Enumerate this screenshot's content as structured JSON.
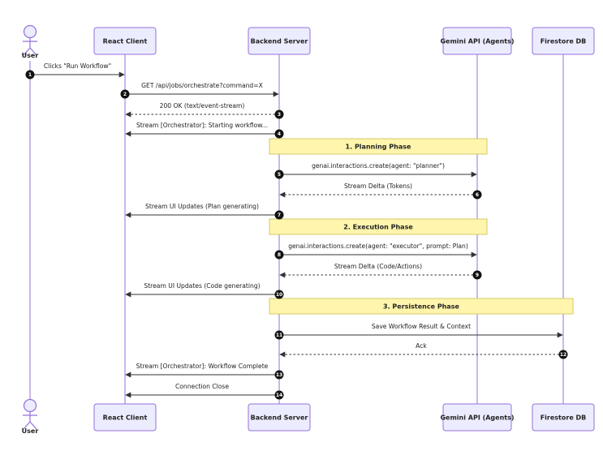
{
  "diagram": {
    "actor": {
      "label": "User"
    },
    "participants": [
      {
        "id": "react",
        "label": "React Client"
      },
      {
        "id": "backend",
        "label": "Backend Server"
      },
      {
        "id": "gemini",
        "label": "Gemini API (Agents)"
      },
      {
        "id": "firestore",
        "label": "Firestore DB"
      }
    ],
    "messages": [
      {
        "n": "1",
        "from": "user",
        "to": "react",
        "style": "solid",
        "text": "Clicks \"Run Workflow\""
      },
      {
        "n": "2",
        "from": "react",
        "to": "backend",
        "style": "solid",
        "text": "GET /api/jobs/orchestrate?command=X"
      },
      {
        "n": "3",
        "from": "backend",
        "to": "react",
        "style": "dotted",
        "text": "200 OK (text/event-stream)"
      },
      {
        "n": "4",
        "from": "backend",
        "to": "react",
        "style": "solid",
        "text": "Stream [Orchestrator]: Starting workflow..."
      },
      {
        "n": "5",
        "from": "backend",
        "to": "gemini",
        "style": "solid",
        "text": "genai.interactions.create(agent: \"planner\")"
      },
      {
        "n": "6",
        "from": "gemini",
        "to": "backend",
        "style": "dotted",
        "text": "Stream Delta (Tokens)"
      },
      {
        "n": "7",
        "from": "backend",
        "to": "react",
        "style": "solid",
        "text": "Stream UI Updates (Plan generating)"
      },
      {
        "n": "8",
        "from": "backend",
        "to": "gemini",
        "style": "solid",
        "text": "genai.interactions.create(agent: \"executor\", prompt: Plan)"
      },
      {
        "n": "9",
        "from": "gemini",
        "to": "backend",
        "style": "dotted",
        "text": "Stream Delta (Code/Actions)"
      },
      {
        "n": "10",
        "from": "backend",
        "to": "react",
        "style": "solid",
        "text": "Stream UI Updates (Code generating)"
      },
      {
        "n": "11",
        "from": "backend",
        "to": "firestore",
        "style": "solid",
        "text": "Save Workflow Result & Context"
      },
      {
        "n": "12",
        "from": "firestore",
        "to": "backend",
        "style": "dotted",
        "text": "Ack"
      },
      {
        "n": "13",
        "from": "backend",
        "to": "react",
        "style": "solid",
        "text": "Stream [Orchestrator]: Workflow Complete"
      },
      {
        "n": "14",
        "from": "backend",
        "to": "react",
        "style": "solid",
        "text": "Connection Close"
      }
    ],
    "notes": [
      {
        "text": "1. Planning Phase",
        "from": "backend",
        "to": "gemini"
      },
      {
        "text": "2. Execution Phase",
        "from": "backend",
        "to": "gemini"
      },
      {
        "text": "3. Persistence Phase",
        "from": "backend",
        "to": "firestore"
      }
    ]
  }
}
